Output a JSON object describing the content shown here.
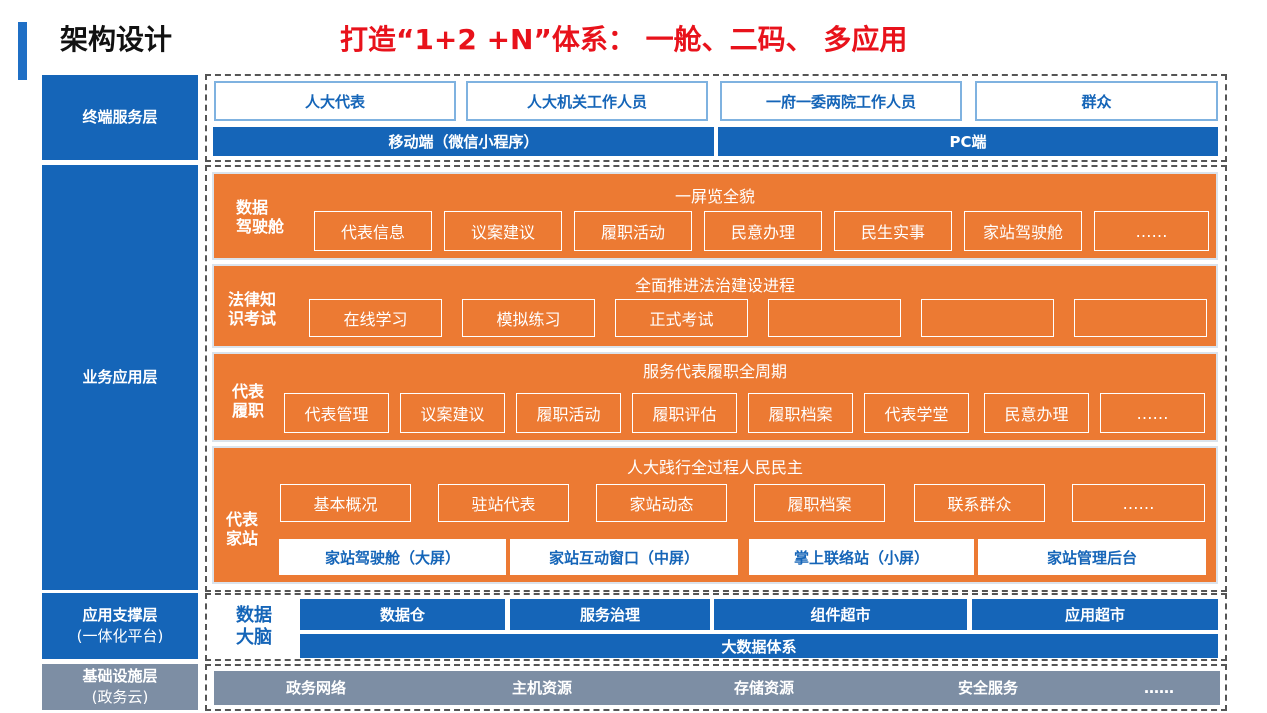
{
  "header": {
    "title": "架构设计",
    "subtitle": "打造“1+2 +N”体系： 一舱、二码、 多应用"
  },
  "layers": {
    "terminal": {
      "label": "终端服务层",
      "users": [
        "人大代表",
        "人大机关工作人员",
        "一府一委两院工作人员",
        "群众"
      ],
      "mobile": "移动端（微信小程序）",
      "pc": "PC端"
    },
    "business": {
      "label": "业务应用层",
      "sections": [
        {
          "label_line1": "数据",
          "label_line2": "驾驶舱",
          "title": "一屏览全貌",
          "items": [
            "代表信息",
            "议案建议",
            "履职活动",
            "民意办理",
            "民生实事",
            "家站驾驶舱",
            "……"
          ]
        },
        {
          "label_line1": "法律知",
          "label_line2": "识考试",
          "title": "全面推进法治建设进程",
          "items": [
            "在线学习",
            "模拟练习",
            "正式考试",
            "",
            "",
            ""
          ]
        },
        {
          "label_line1": "代表",
          "label_line2": "履职",
          "title": "服务代表履职全周期",
          "items": [
            "代表管理",
            "议案建议",
            "履职活动",
            "履职评估",
            "履职档案",
            "代表学堂",
            "民意办理",
            "……"
          ]
        },
        {
          "label_line1": "代表",
          "label_line2": "家站",
          "title": "人大践行全过程人民民主",
          "items": [
            "基本概况",
            "驻站代表",
            "家站动态",
            "履职档案",
            "联系群众",
            "……"
          ],
          "screens": [
            "家站驾驶舱（大屏）",
            "家站互动窗口（中屏）",
            "掌上联络站（小屏）",
            "家站管理后台"
          ]
        }
      ]
    },
    "support": {
      "label_line1": "应用支撑层",
      "label_line2": "(一体化平台)",
      "brain_line1": "数据",
      "brain_line2": "大脑",
      "items": [
        "数据仓",
        "服务治理",
        "组件超市",
        "应用超市"
      ],
      "bigdata": "大数据体系"
    },
    "infra": {
      "label_line1": "基础设施层",
      "label_line2": "(政务云)",
      "items": [
        "政务网络",
        "主机资源",
        "存储资源",
        "安全服务",
        "……"
      ]
    }
  },
  "colors": {
    "blue": "#1565b8",
    "orange": "#ec7a33",
    "gray": "#7d8ea4",
    "red": "#e8121b"
  }
}
